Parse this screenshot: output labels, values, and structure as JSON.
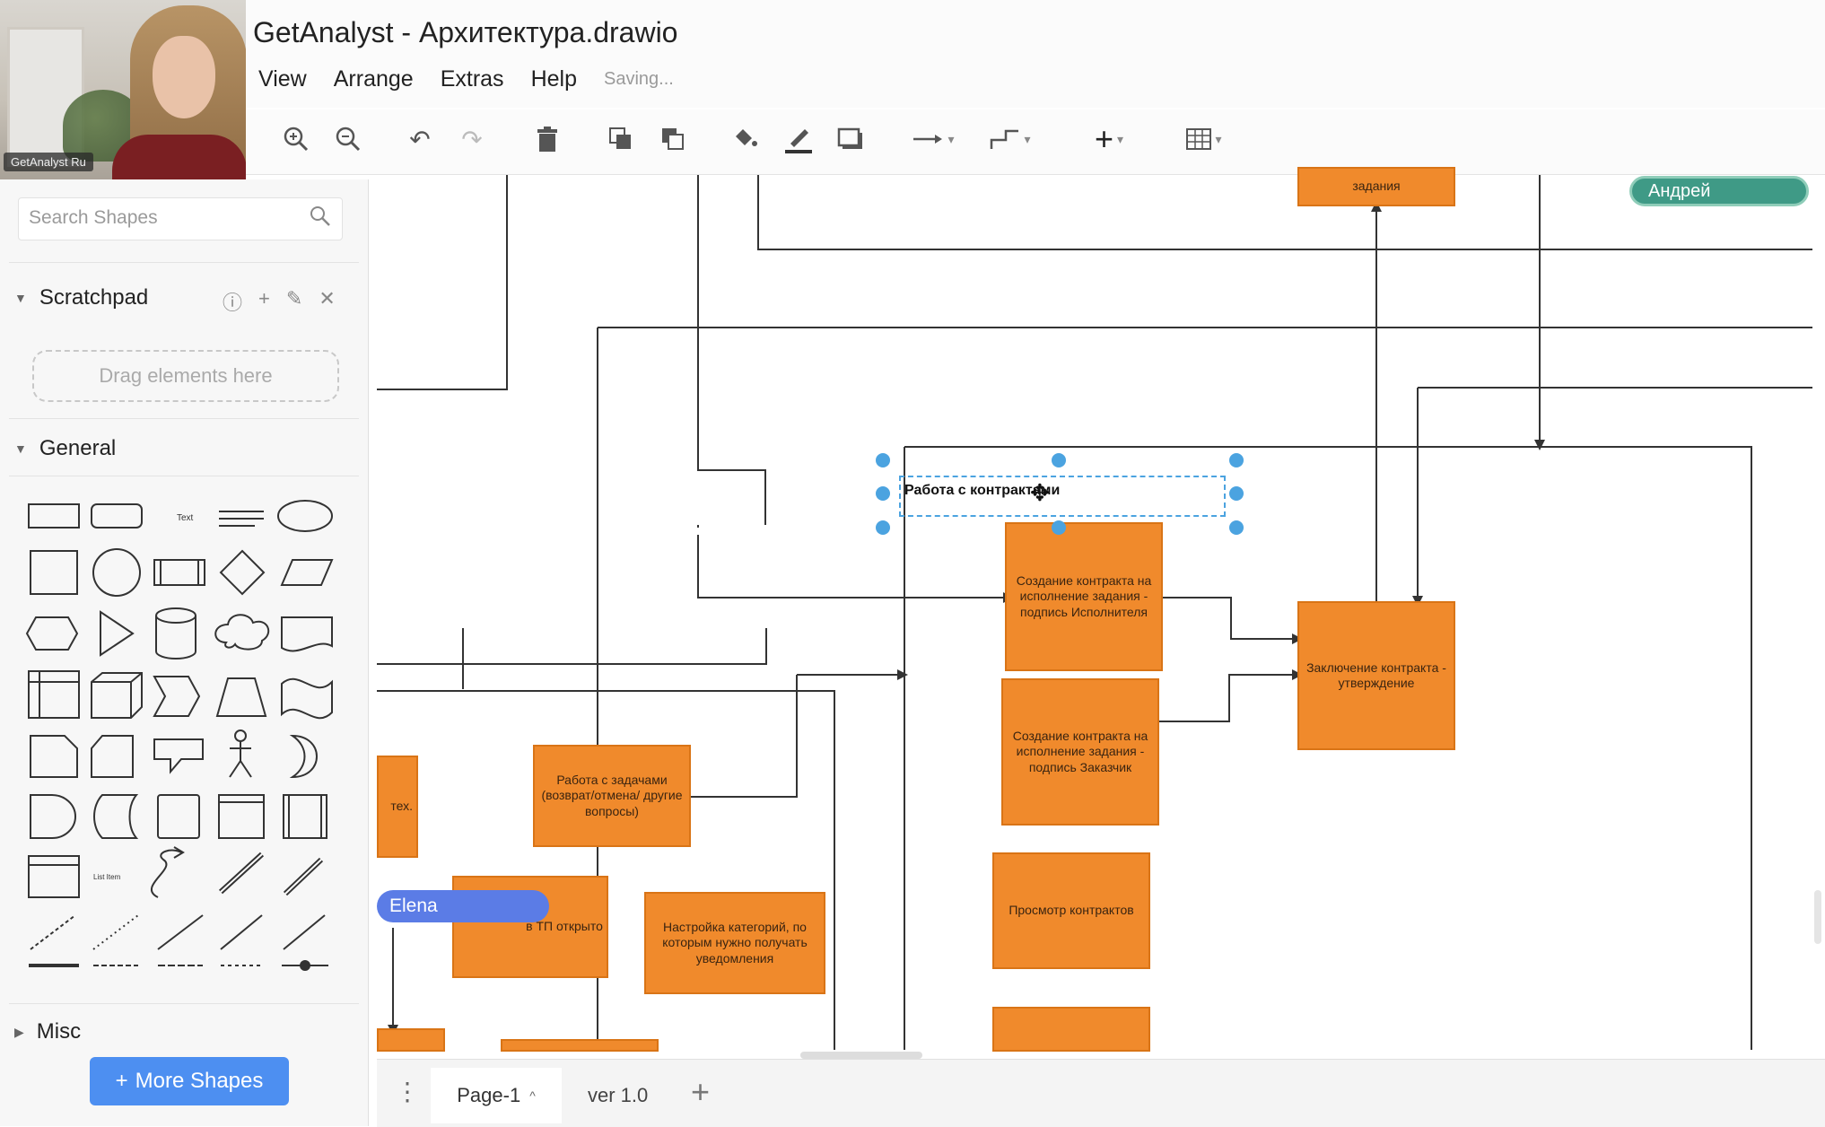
{
  "webcam": {
    "label": "GetAnalyst Ru"
  },
  "window": {
    "title": "GetAnalyst - Архитектура.drawio"
  },
  "menu": {
    "items": [
      "View",
      "Arrange",
      "Extras",
      "Help"
    ],
    "status": "Saving..."
  },
  "sidebar": {
    "search_placeholder": "Search Shapes",
    "scratchpad": {
      "title": "Scratchpad",
      "drop_hint": "Drag elements here"
    },
    "general": {
      "title": "General"
    },
    "misc": {
      "title": "Misc"
    },
    "more_shapes": "More Shapes"
  },
  "canvas": {
    "selected_label": "Работа с контрактами",
    "boxes": {
      "create_executor": "Создание контракта на исполнение задания - подпись Исполнителя",
      "create_customer": "Создание контракта на исполнение задания - подпись Заказчик",
      "conclusion": "Заключение контракта - утверждение",
      "view": "Просмотр контрактов",
      "tasks": "Работа с задачами (возврат/отмена/ другие вопросы)",
      "tp": "в ТП открыто",
      "settings": "Настройка категорий, по которым нужно получать уведомления",
      "left_partial": "тех.",
      "top_partial": "задания"
    },
    "collaborators": {
      "andrey": "Андрей",
      "elena": "Elena"
    }
  },
  "footer": {
    "page_tab": "Page-1",
    "version_tab": "ver 1.0"
  }
}
